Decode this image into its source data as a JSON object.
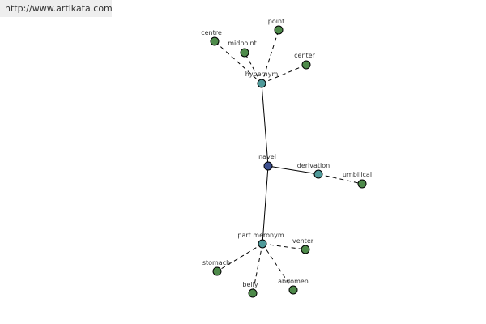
{
  "watermark": "http://www.artikata.com",
  "colors": {
    "root": "#3c4f8f",
    "relation": "#4f9a9a",
    "term": "#4e8a4a"
  },
  "graph": {
    "root": "navel",
    "relations": [
      "hypernym",
      "derivation",
      "part meronym"
    ],
    "terms": {
      "hypernym": [
        "centre",
        "midpoint",
        "point",
        "center"
      ],
      "derivation": [
        "umbilical"
      ],
      "part meronym": [
        "venter",
        "stomach",
        "belly",
        "abdomen"
      ]
    }
  }
}
